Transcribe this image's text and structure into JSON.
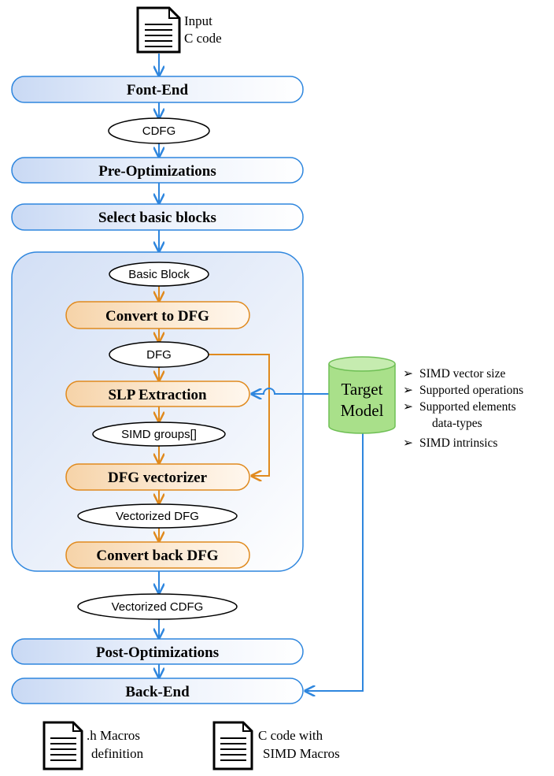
{
  "input": {
    "line1": "Input",
    "line2": "C code"
  },
  "stages": {
    "front_end": "Font-End",
    "pre_opt": "Pre-Optimizations",
    "select_bb": "Select basic blocks",
    "post_opt": "Post-Optimizations",
    "back_end": "Back-End"
  },
  "ellipses": {
    "cdfg": "CDFG",
    "basic_block": "Basic Block",
    "dfg": "DFG",
    "simd_groups": "SIMD groups[]",
    "vectorized_dfg": "Vectorized DFG",
    "vectorized_cdfg": "Vectorized CDFG"
  },
  "inner_stages": {
    "convert_dfg": "Convert to DFG",
    "slp": "SLP Extraction",
    "vectorizer": "DFG vectorizer",
    "convert_back": "Convert back DFG"
  },
  "target_model": {
    "line1": "Target",
    "line2": "Model"
  },
  "features": [
    {
      "bullet": "➢",
      "text": "SIMD vector size"
    },
    {
      "bullet": "➢",
      "text": "Supported operations"
    },
    {
      "bullet": "➢",
      "text": "Supported elements"
    },
    {
      "bullet": "",
      "text": "data-types"
    },
    {
      "bullet": "➢",
      "text": "SIMD intrinsics"
    }
  ],
  "outputs": [
    {
      "line1": ".h Macros",
      "line2": "definition"
    },
    {
      "line1": "C code with",
      "line2": "SIMD Macros"
    }
  ],
  "colors": {
    "blue": "#2e86de",
    "orange": "#e08a1e",
    "green": "#a9e08a"
  }
}
